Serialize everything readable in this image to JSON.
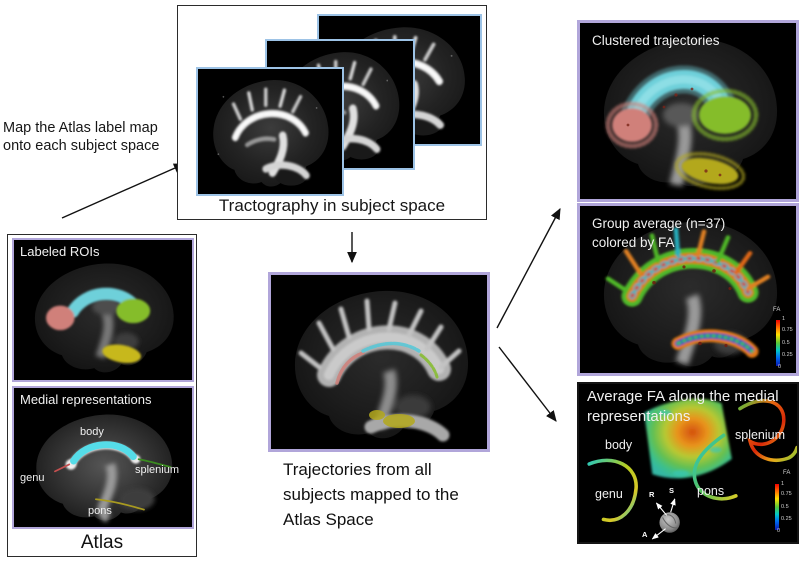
{
  "left_note": {
    "line1": "Map the Atlas label map",
    "line2": "onto each subject space"
  },
  "tractography_box": {
    "caption": "Tractography in subject space"
  },
  "atlas_box": {
    "caption": "Atlas",
    "labeled_rois": {
      "title": "Labeled ROIs"
    },
    "medial": {
      "title": "Medial representations",
      "labels": {
        "body": "body",
        "genu": "genu",
        "splenium": "splenium",
        "pons": "pons"
      }
    }
  },
  "center_panel": {
    "caption_line1": "Trajectories from all",
    "caption_line2": "subjects mapped to the",
    "caption_line3": "Atlas Space"
  },
  "right_panels": {
    "clustered": {
      "title": "Clustered trajectories"
    },
    "group_average": {
      "title_line1": "Group average (n=37)",
      "title_line2": "colored by FA"
    },
    "average_fa": {
      "title_line1": "Average FA along the medial",
      "title_line2": "representations",
      "labels": {
        "body": "body",
        "genu": "genu",
        "splenium": "splenium",
        "pons": "pons"
      },
      "orientation": {
        "right": "R",
        "superior": "S",
        "anterior": "A"
      }
    }
  },
  "colorbar": {
    "label": "FA",
    "ticks": [
      "1",
      "0.75",
      "0.5",
      "0.25",
      "0"
    ]
  },
  "colors": {
    "panel_border_lavender": "#b1a6da",
    "subject_image_border": "#9dc3e6",
    "cluster_cyan": "#6ed0da",
    "cluster_pink": "#d0807a",
    "cluster_green": "#85bd2c",
    "cluster_yellow": "#b3a81c",
    "fa_scale": [
      "#f00000",
      "#ffe000",
      "#58c838",
      "#00c8c8",
      "#0818b0"
    ]
  }
}
